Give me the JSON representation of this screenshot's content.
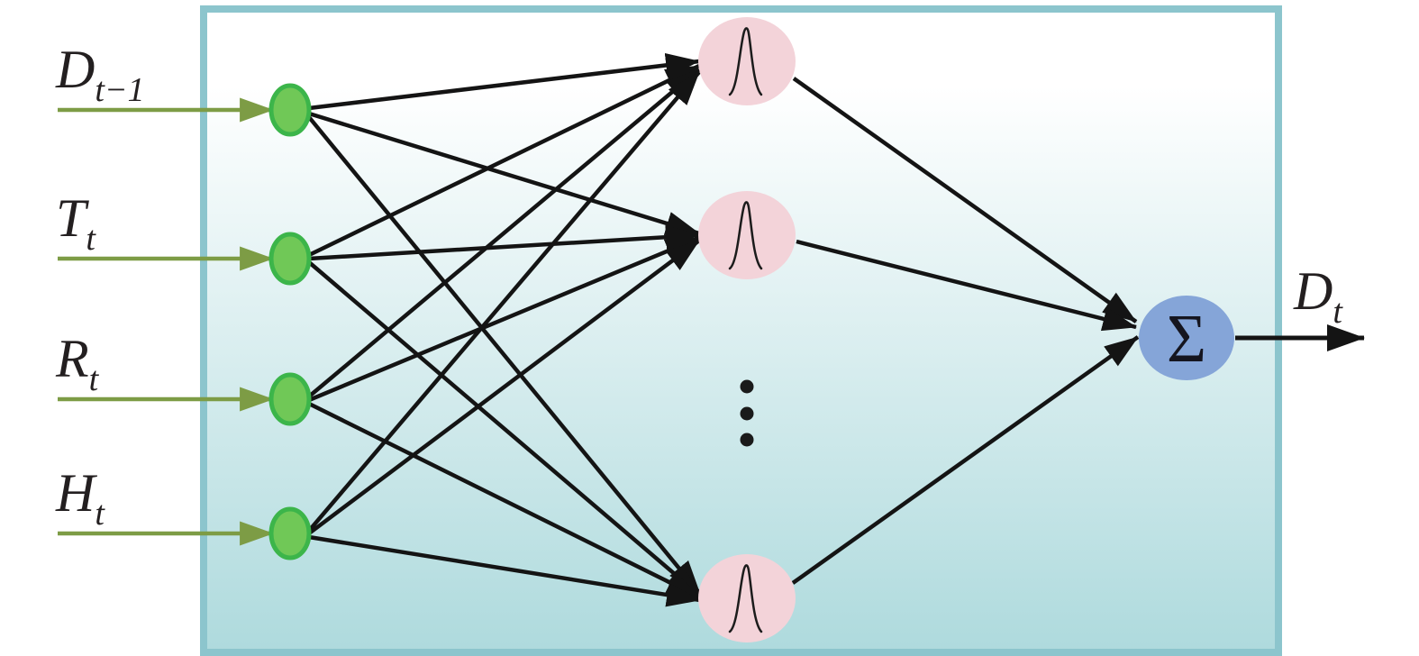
{
  "diagram": {
    "input_labels": [
      {
        "base": "D",
        "sub": "t−1"
      },
      {
        "base": "T",
        "sub": "t"
      },
      {
        "base": "R",
        "sub": "t"
      },
      {
        "base": "H",
        "sub": "t"
      }
    ],
    "input_node_count": 4,
    "hidden_layer": {
      "visible_unit_count": 3,
      "unit_icon": "gaussian-curve-icon",
      "ellipsis_dot_count": 3
    },
    "summation": {
      "symbol": "Σ"
    },
    "output_label": {
      "base": "D",
      "sub": "t"
    },
    "connections": {
      "input_to_hidden": 12,
      "hidden_to_sum": 3
    },
    "colors": {
      "box_border": "#8cc5cd",
      "box_fill_top": "#ffffff",
      "box_fill_bottom": "#aedadd",
      "input_node_fill": "#70c857",
      "input_node_stroke": "#3cb54a",
      "input_arrow": "#7d9c45",
      "hidden_node_fill": "#f3d3d9",
      "sum_node_fill": "#85a5d8",
      "connection": "#141414",
      "label_text": "#231f20"
    }
  }
}
